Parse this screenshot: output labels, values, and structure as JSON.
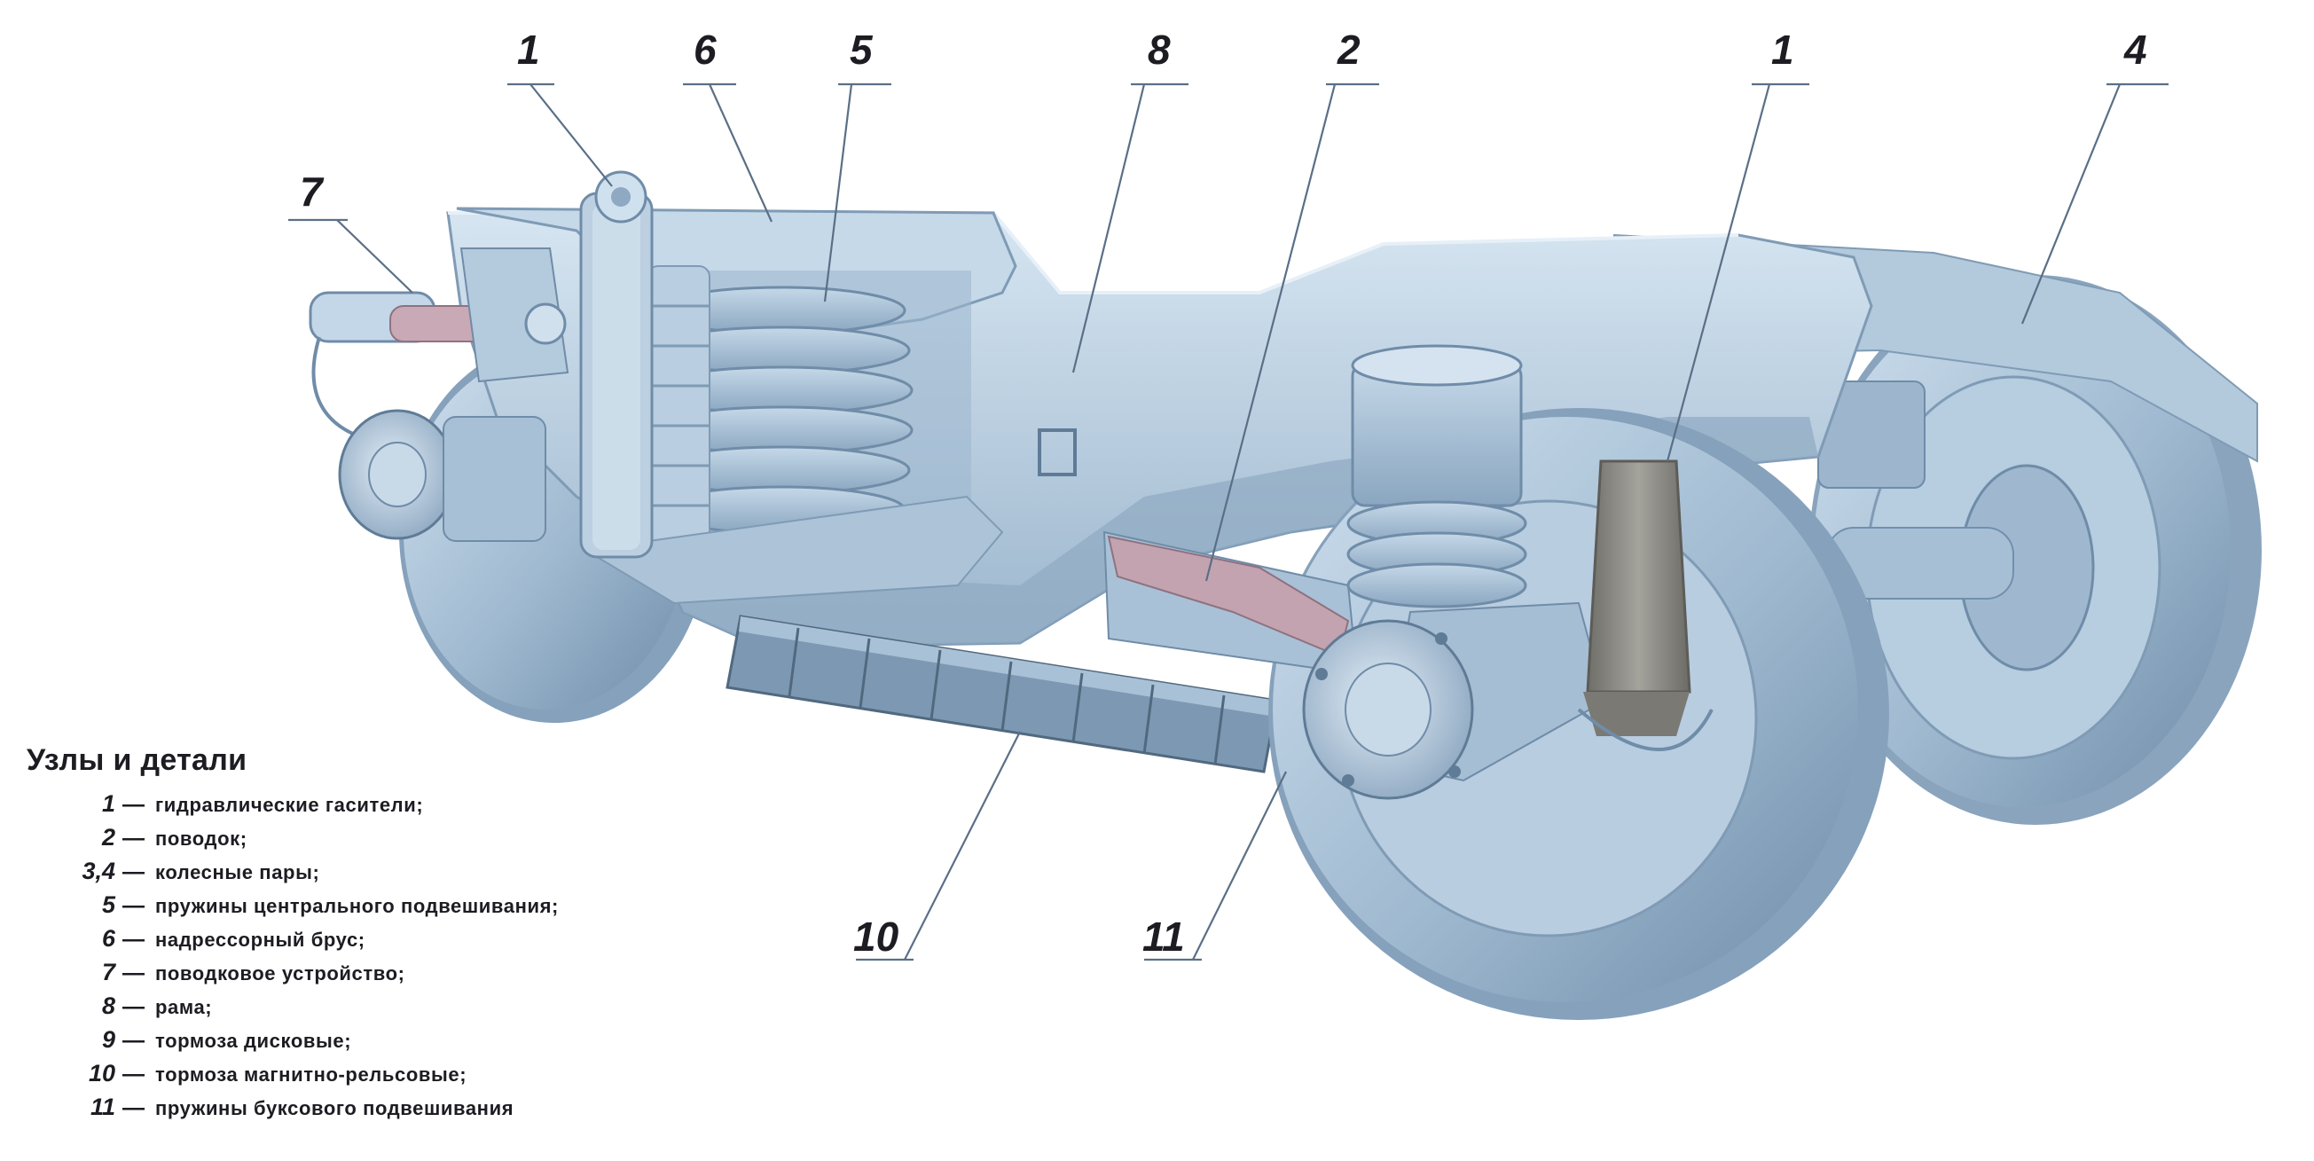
{
  "legend": {
    "title": "Узлы и детали",
    "items": [
      {
        "num": "1",
        "text": "гидравлические гасители;"
      },
      {
        "num": "2",
        "text": "поводок;"
      },
      {
        "num": "3,4",
        "text": "колесные пары;"
      },
      {
        "num": "5",
        "text": "пружины центрального подвешивания;"
      },
      {
        "num": "6",
        "text": "надрессорный брус;"
      },
      {
        "num": "7",
        "text": "поводковое устройство;"
      },
      {
        "num": "8",
        "text": "рама;"
      },
      {
        "num": "9",
        "text": "тормоза дисковые;"
      },
      {
        "num": "10",
        "text": "тормоза магнитно-рельсовые;"
      },
      {
        "num": "11",
        "text": "пружины буксового подвешивания"
      }
    ]
  },
  "callouts": {
    "c1a": "1",
    "c6": "6",
    "c5": "5",
    "c8": "8",
    "c2": "2",
    "c1b": "1",
    "c4": "4",
    "c7": "7",
    "c10": "10",
    "c11": "11"
  },
  "legend_dash": "—",
  "colors": {
    "steel_light": "#c9dbea",
    "steel_mid": "#a9c2d8",
    "steel_dark": "#7f9bb5",
    "shadow": "#5f7b96",
    "damper": "#8e8d86",
    "brake_pink": "#c8a7b3",
    "text": "#1c1c22"
  }
}
